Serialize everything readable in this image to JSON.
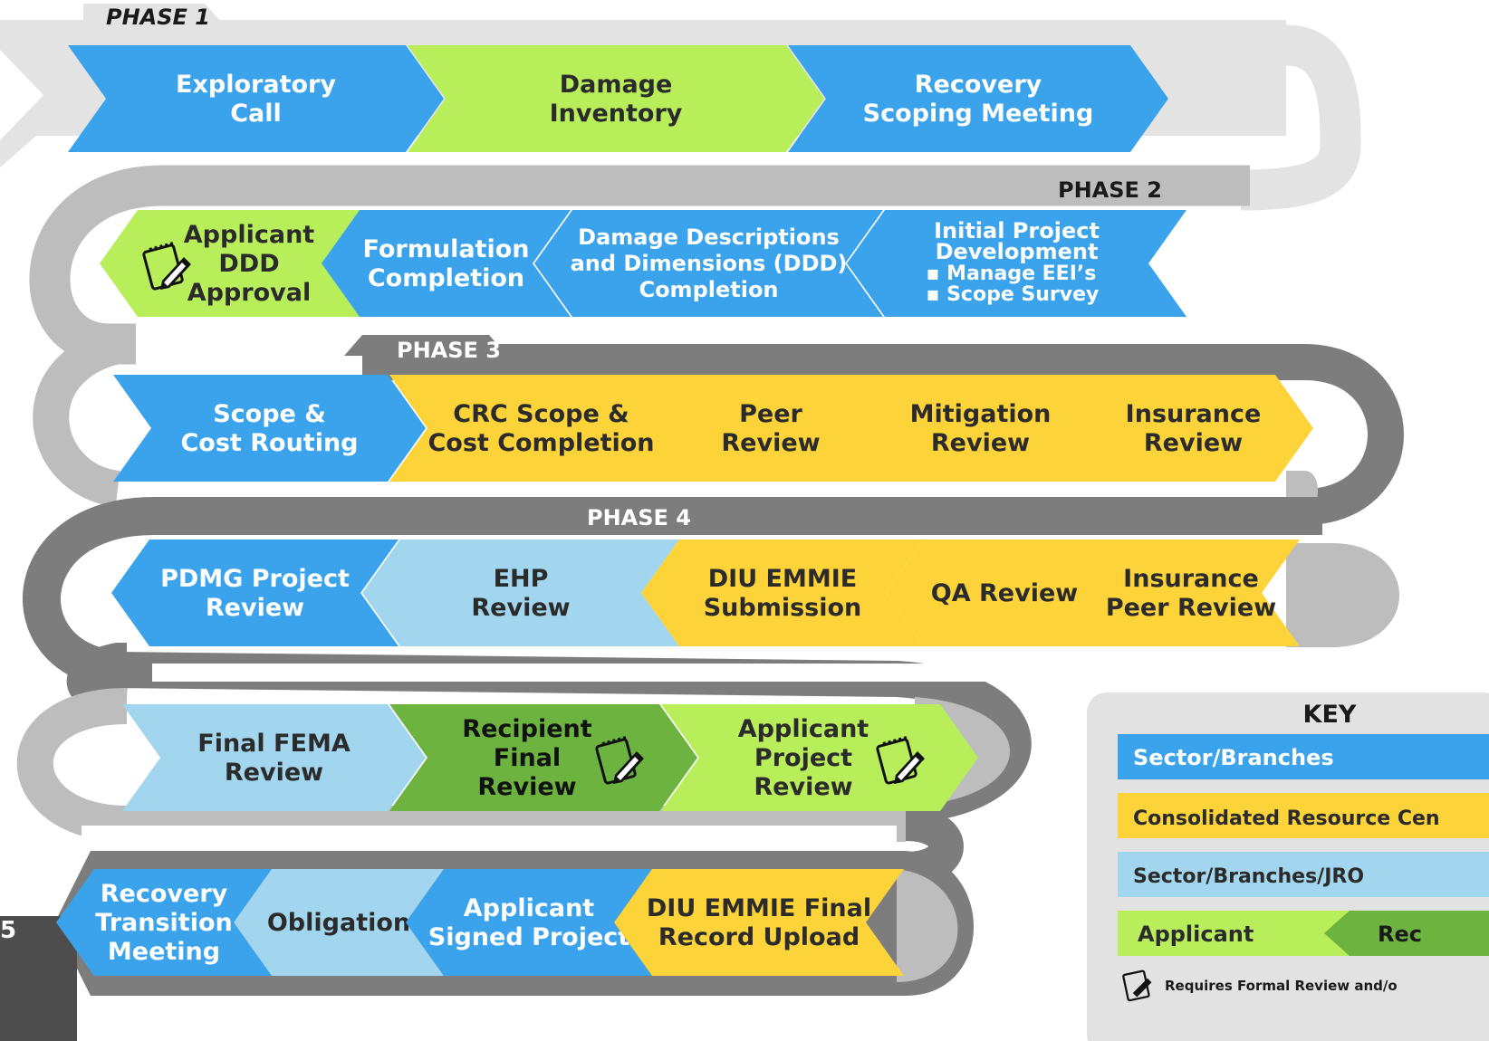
{
  "colors": {
    "sector_branches": "#3ba3ec",
    "crc": "#fdd33a",
    "sector_branches_jro": "#a2d6ee",
    "applicant": "#b9ee5b",
    "recipient": "#6db33f",
    "band_light": "#e3e3e3",
    "band_mid": "#bdbdbd",
    "band_dark": "#7d7d7d",
    "key_bg": "#e2e2e2"
  },
  "phases": [
    {
      "label": "PHASE 1"
    },
    {
      "label": "PHASE 2"
    },
    {
      "label": "PHASE 3"
    },
    {
      "label": "PHASE 4"
    },
    {
      "label": "5"
    }
  ],
  "steps": {
    "row1": [
      {
        "lines": [
          "Exploratory",
          "Call"
        ],
        "role": "sector_branches"
      },
      {
        "lines": [
          "Damage",
          "Inventory"
        ],
        "role": "applicant"
      },
      {
        "lines": [
          "Recovery",
          "Scoping Meeting"
        ],
        "role": "sector_branches"
      }
    ],
    "row2": [
      {
        "lines": [
          "Applicant",
          "DDD",
          "Approval"
        ],
        "role": "applicant",
        "review_icon": true
      },
      {
        "lines": [
          "Formulation",
          "Completion"
        ],
        "role": "sector_branches"
      },
      {
        "lines": [
          "Damage Descriptions",
          "and Dimensions (DDD)",
          "Completion"
        ],
        "role": "sector_branches"
      },
      {
        "lines": [
          "Initial Project",
          "Development"
        ],
        "bullets": [
          "Manage EEI’s",
          "Scope Survey"
        ],
        "role": "sector_branches"
      }
    ],
    "row3": [
      {
        "lines": [
          "Scope &",
          "Cost Routing"
        ],
        "role": "sector_branches"
      },
      {
        "lines": [
          "CRC Scope &",
          "Cost Completion"
        ],
        "role": "crc"
      },
      {
        "lines": [
          "Peer",
          "Review"
        ],
        "role": "crc"
      },
      {
        "lines": [
          "Mitigation",
          "Review"
        ],
        "role": "crc"
      },
      {
        "lines": [
          "Insurance",
          "Review"
        ],
        "role": "crc"
      }
    ],
    "row4": [
      {
        "lines": [
          "PDMG Project",
          "Review"
        ],
        "role": "sector_branches"
      },
      {
        "lines": [
          "EHP",
          "Review"
        ],
        "role": "sector_branches_jro"
      },
      {
        "lines": [
          "DIU EMMIE",
          "Submission"
        ],
        "role": "crc"
      },
      {
        "lines": [
          "QA Review"
        ],
        "role": "crc"
      },
      {
        "lines": [
          "Insurance",
          "Peer Review"
        ],
        "role": "crc"
      }
    ],
    "row5": [
      {
        "lines": [
          "Final FEMA",
          "Review"
        ],
        "role": "sector_branches_jro"
      },
      {
        "lines": [
          "Recipient",
          "Final",
          "Review"
        ],
        "role": "recipient",
        "review_icon": true
      },
      {
        "lines": [
          "Applicant",
          "Project",
          "Review"
        ],
        "role": "applicant",
        "review_icon": true
      }
    ],
    "row6": [
      {
        "lines": [
          "Recovery",
          "Transition",
          "Meeting"
        ],
        "role": "sector_branches"
      },
      {
        "lines": [
          "Obligation"
        ],
        "role": "sector_branches_jro"
      },
      {
        "lines": [
          "Applicant",
          "Signed Project"
        ],
        "role": "sector_branches"
      },
      {
        "lines": [
          "DIU EMMIE Final",
          "Record Upload"
        ],
        "role": "crc"
      }
    ]
  },
  "key": {
    "title": "KEY",
    "items": [
      {
        "label": "Sector/Branches",
        "role": "sector_branches"
      },
      {
        "label": "Consolidated Resource Cen",
        "role": "crc"
      },
      {
        "label": "Sector/Branches/JRO",
        "role": "sector_branches_jro"
      }
    ],
    "split_item": {
      "left": "Applicant",
      "right": "Rec"
    },
    "note": "Requires Formal Review and/o"
  }
}
